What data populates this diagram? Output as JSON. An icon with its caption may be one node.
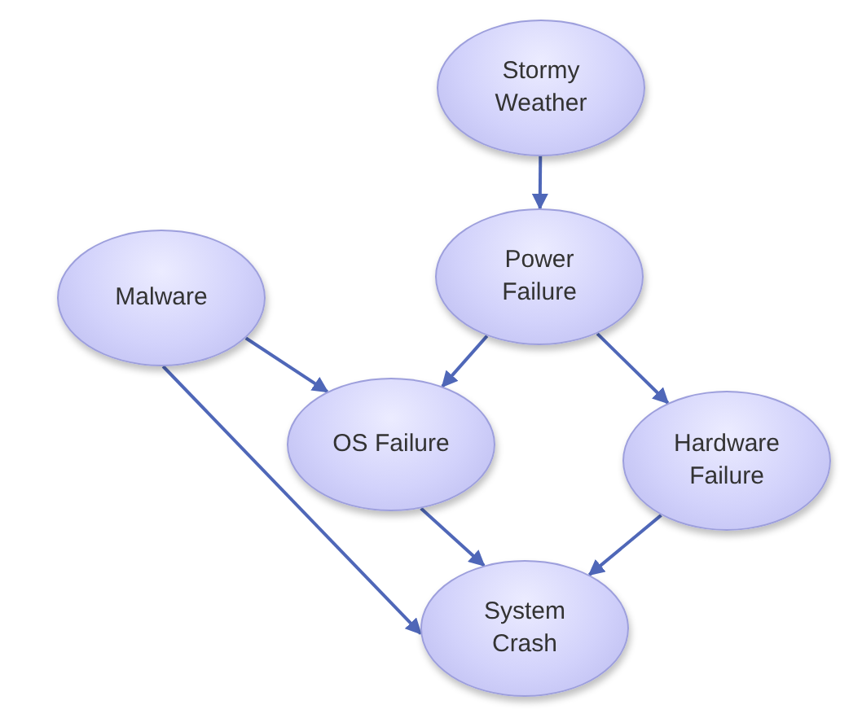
{
  "diagram": {
    "nodes": [
      {
        "text": [
          "Stormy Weather"
        ]
      },
      {
        "text": [
          "Power Failure"
        ]
      },
      {
        "text": [
          "Malware"
        ]
      },
      {
        "text": [
          "OS Failure"
        ]
      },
      {
        "text": [
          "Hardware Failure"
        ]
      },
      {
        "text": [
          "System Crash"
        ]
      }
    ],
    "edges": [
      {
        "from": 0,
        "to": 1,
        "arrow": "to"
      },
      {
        "from": 1,
        "to": 3,
        "arrow": "to"
      },
      {
        "from": 1,
        "to": 4,
        "arrow": "to"
      },
      {
        "from": 2,
        "to": 3,
        "arrow": "to"
      },
      {
        "from": 2,
        "to": 5,
        "arrow": "to"
      },
      {
        "from": 3,
        "to": 5,
        "arrow": "to"
      },
      {
        "from": 4,
        "to": 5,
        "arrow": "to"
      }
    ]
  }
}
